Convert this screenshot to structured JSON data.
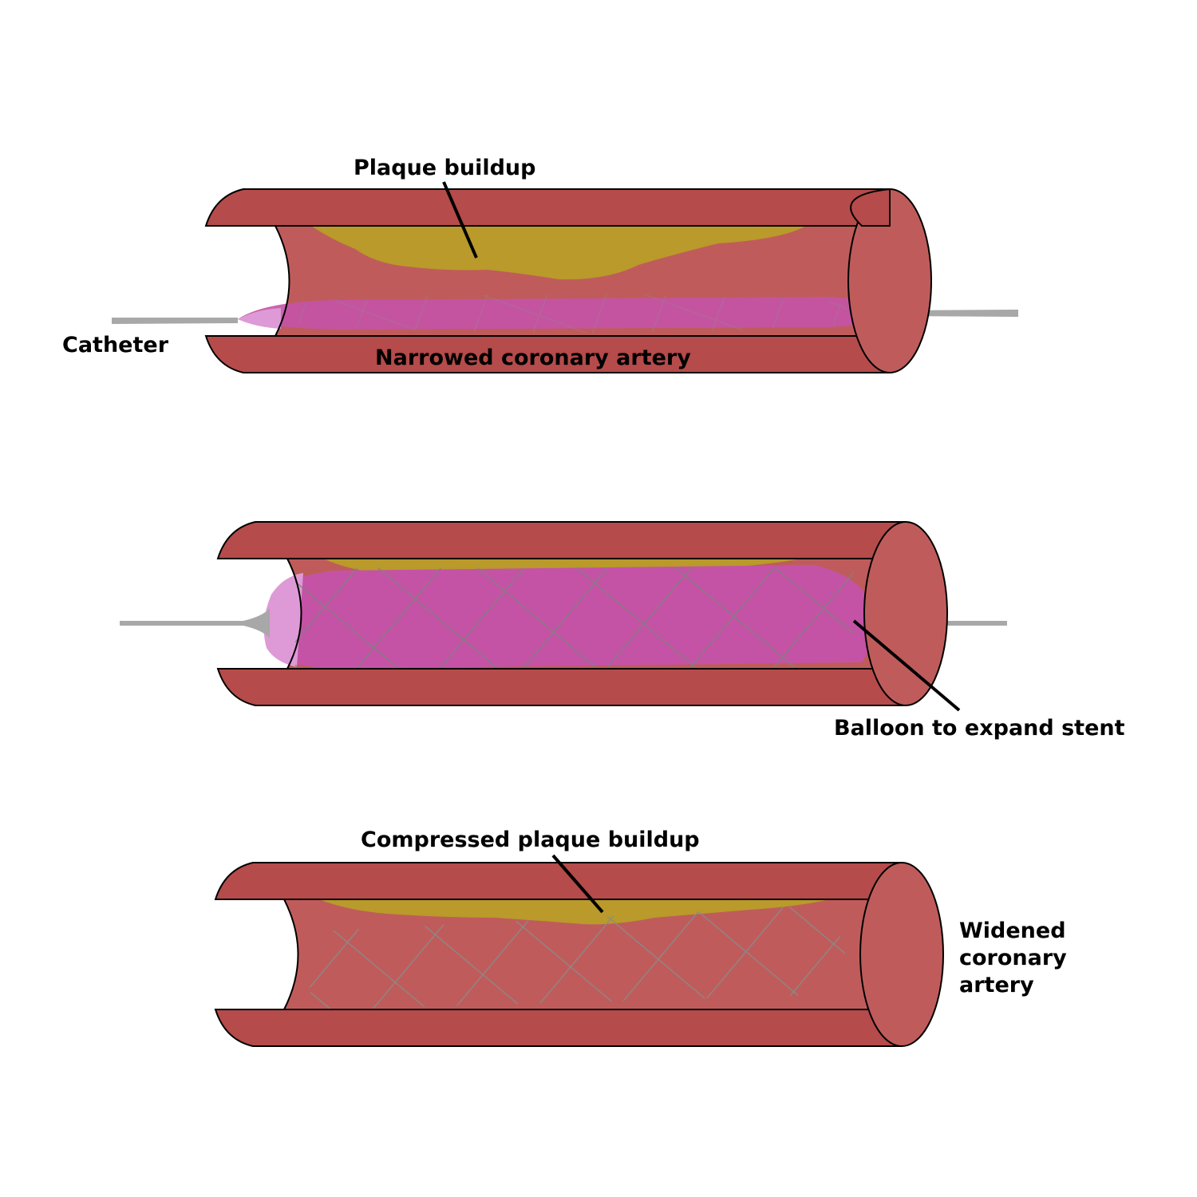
{
  "labels": {
    "plaque_buildup": "Plaque buildup",
    "catheter": "Catheter",
    "narrowed_artery": "Narrowed coronary artery",
    "balloon": "Balloon to expand stent",
    "compressed_plaque": "Compressed plaque buildup",
    "widened_artery": [
      "Widened",
      "coronary",
      "artery"
    ]
  },
  "colors": {
    "artery_wall": "#b54b4a",
    "artery_interior": "#bf5c5b",
    "plaque": "#b99a2a",
    "balloon": "#c453a6",
    "balloon_tip": "#de9ad6",
    "stent_mesh": "#8c8c8c",
    "catheter": "#a8a8a8"
  }
}
